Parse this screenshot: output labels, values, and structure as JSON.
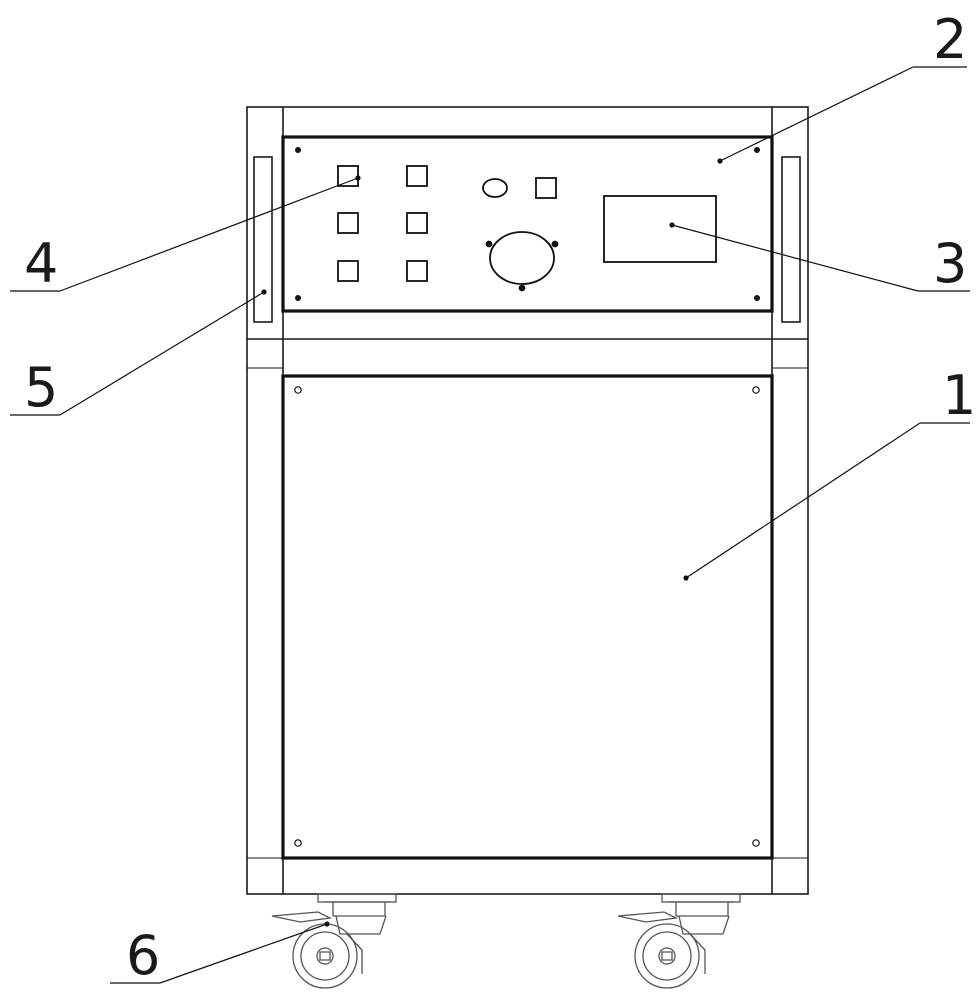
{
  "diagram": {
    "callouts": [
      {
        "id": "1",
        "label": "1"
      },
      {
        "id": "2",
        "label": "2"
      },
      {
        "id": "3",
        "label": "3"
      },
      {
        "id": "4",
        "label": "4"
      },
      {
        "id": "5",
        "label": "5"
      },
      {
        "id": "6",
        "label": "6"
      }
    ]
  },
  "colors": {
    "line": "#1a1a1a",
    "thin_line": "#333333",
    "caster": "#555555",
    "background": "#ffffff"
  }
}
